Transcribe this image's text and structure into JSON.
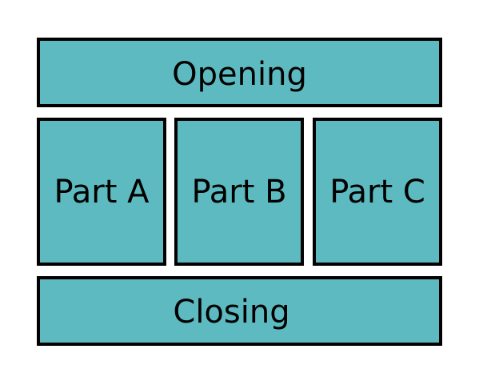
{
  "colors": {
    "box_fill": "#5cbac0",
    "box_border": "#000000",
    "text": "#000000",
    "background": "#ffffff"
  },
  "diagram": {
    "opening": {
      "label": "Opening"
    },
    "parts": [
      {
        "label": "Part A"
      },
      {
        "label": "Part B"
      },
      {
        "label": "Part C"
      }
    ],
    "closing": {
      "label": "Closing"
    }
  }
}
